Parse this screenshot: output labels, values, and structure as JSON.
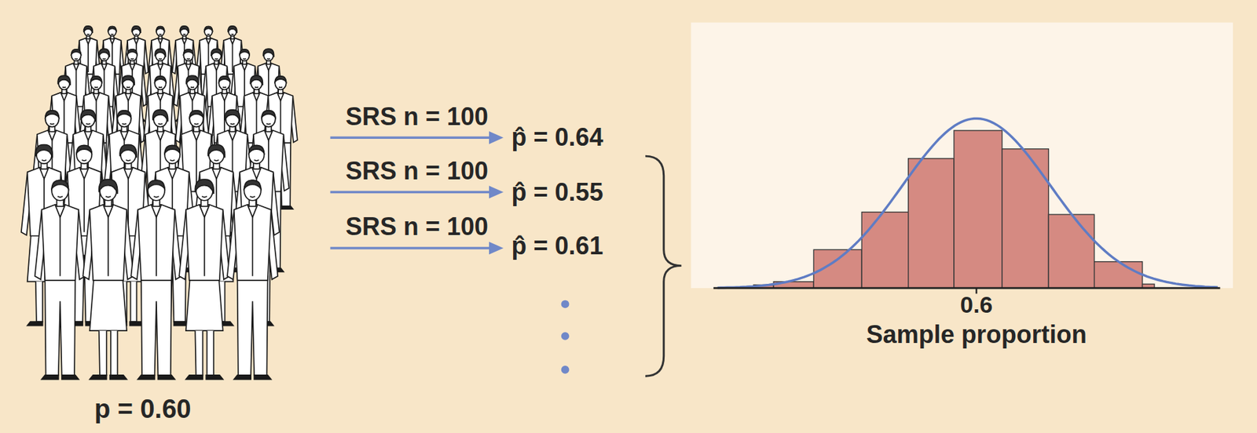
{
  "diagram": {
    "labels": [
      "p = 0.60",
      "SRS n = 100",
      "SRS n = 100",
      "SRS n = 100",
      "p̂ = 0.64",
      "p̂ = 0.55",
      "p̂ = 0.61",
      "0.6",
      "Sample proportion"
    ]
  }
}
